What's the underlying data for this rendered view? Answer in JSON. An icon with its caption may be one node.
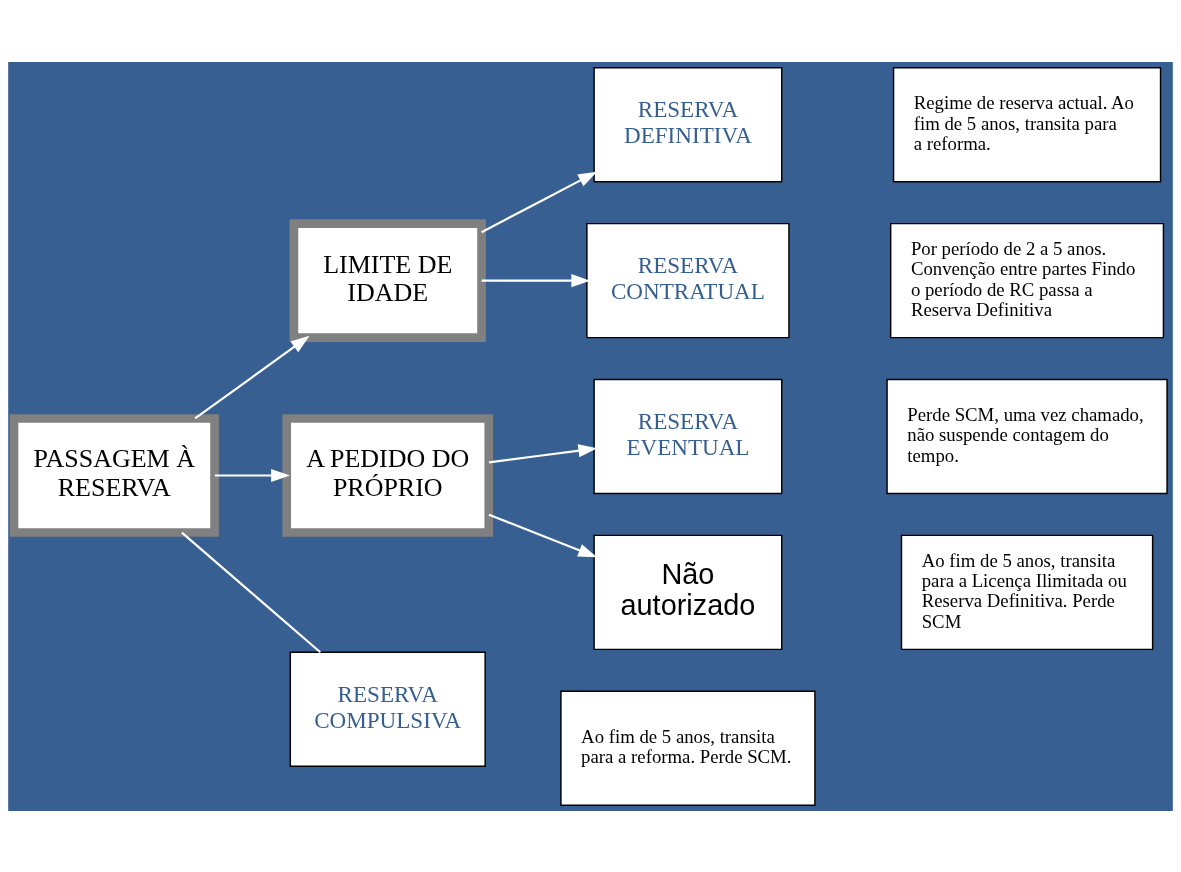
{
  "diagram": {
    "nodes": [
      {
        "text": [
          "PASSAGEM À RESERVA"
        ]
      },
      {
        "text": [
          "LIMITE DE IDADE"
        ]
      },
      {
        "text": [
          "A PEDIDO DO PRÓPRIO"
        ]
      },
      {
        "text": [
          "RESERVA DEFINITIVA"
        ]
      },
      {
        "text": [
          "Regime de reserva actual. Ao fim de 5 anos, transita para a reforma."
        ]
      },
      {
        "text": [
          "RESERVA CONTRATUAL"
        ]
      },
      {
        "text": [
          "Por período de 2 a 5 anos. Convenção entre partes Findo o período de RC passa a Reserva Definitiva"
        ]
      },
      {
        "text": [
          "RESERVA EVENTUAL"
        ]
      },
      {
        "text": [
          "Perde SCM, uma vez chamado, não suspende contagem do tempo."
        ]
      },
      {
        "text": [
          "Não autorizado"
        ]
      },
      {
        "text": [
          "Ao fim de 5 anos, transita para a Licença Ilimitada ou Reserva Definitiva. Perde SCM"
        ]
      },
      {
        "text": [
          "RESERVA COMPULSIVA"
        ]
      },
      {
        "text": [
          "Ao fim de 5 anos, transita para a reforma. Perde SCM."
        ]
      }
    ],
    "edges": [
      {
        "from": 0,
        "to": 1,
        "arrow": "to"
      },
      {
        "from": 0,
        "to": 2,
        "arrow": "to"
      },
      {
        "from": 0,
        "to": 11,
        "arrow": "none"
      },
      {
        "from": 1,
        "to": 3,
        "arrow": "to"
      },
      {
        "from": 1,
        "to": 5,
        "arrow": "to"
      },
      {
        "from": 2,
        "to": 7,
        "arrow": "to"
      },
      {
        "from": 2,
        "to": 9,
        "arrow": "to"
      }
    ]
  }
}
